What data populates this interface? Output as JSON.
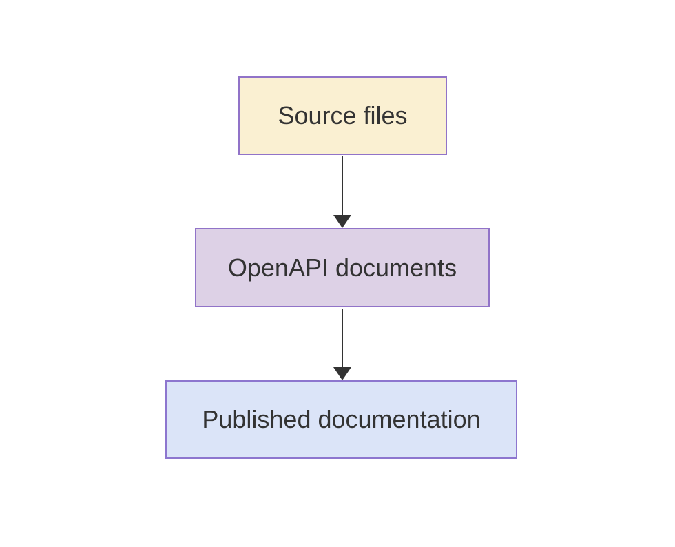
{
  "diagram": {
    "type": "flowchart",
    "direction": "top-to-bottom",
    "background": "#ffffff",
    "nodes": [
      {
        "id": "source-files",
        "label": "Source files",
        "fill": "#faf0d2",
        "border": "#9173c8",
        "text_color": "#333333"
      },
      {
        "id": "openapi-documents",
        "label": "OpenAPI documents",
        "fill": "#ddd1e6",
        "border": "#9173c8",
        "text_color": "#333333"
      },
      {
        "id": "published-documentation",
        "label": "Published documentation",
        "fill": "#dbe4f8",
        "border": "#8d76cf",
        "text_color": "#333333"
      }
    ],
    "edges": [
      {
        "from": "source-files",
        "to": "openapi-documents",
        "arrow": "filled-triangle",
        "color": "#333333"
      },
      {
        "from": "openapi-documents",
        "to": "published-documentation",
        "arrow": "filled-triangle",
        "color": "#333333"
      }
    ]
  }
}
